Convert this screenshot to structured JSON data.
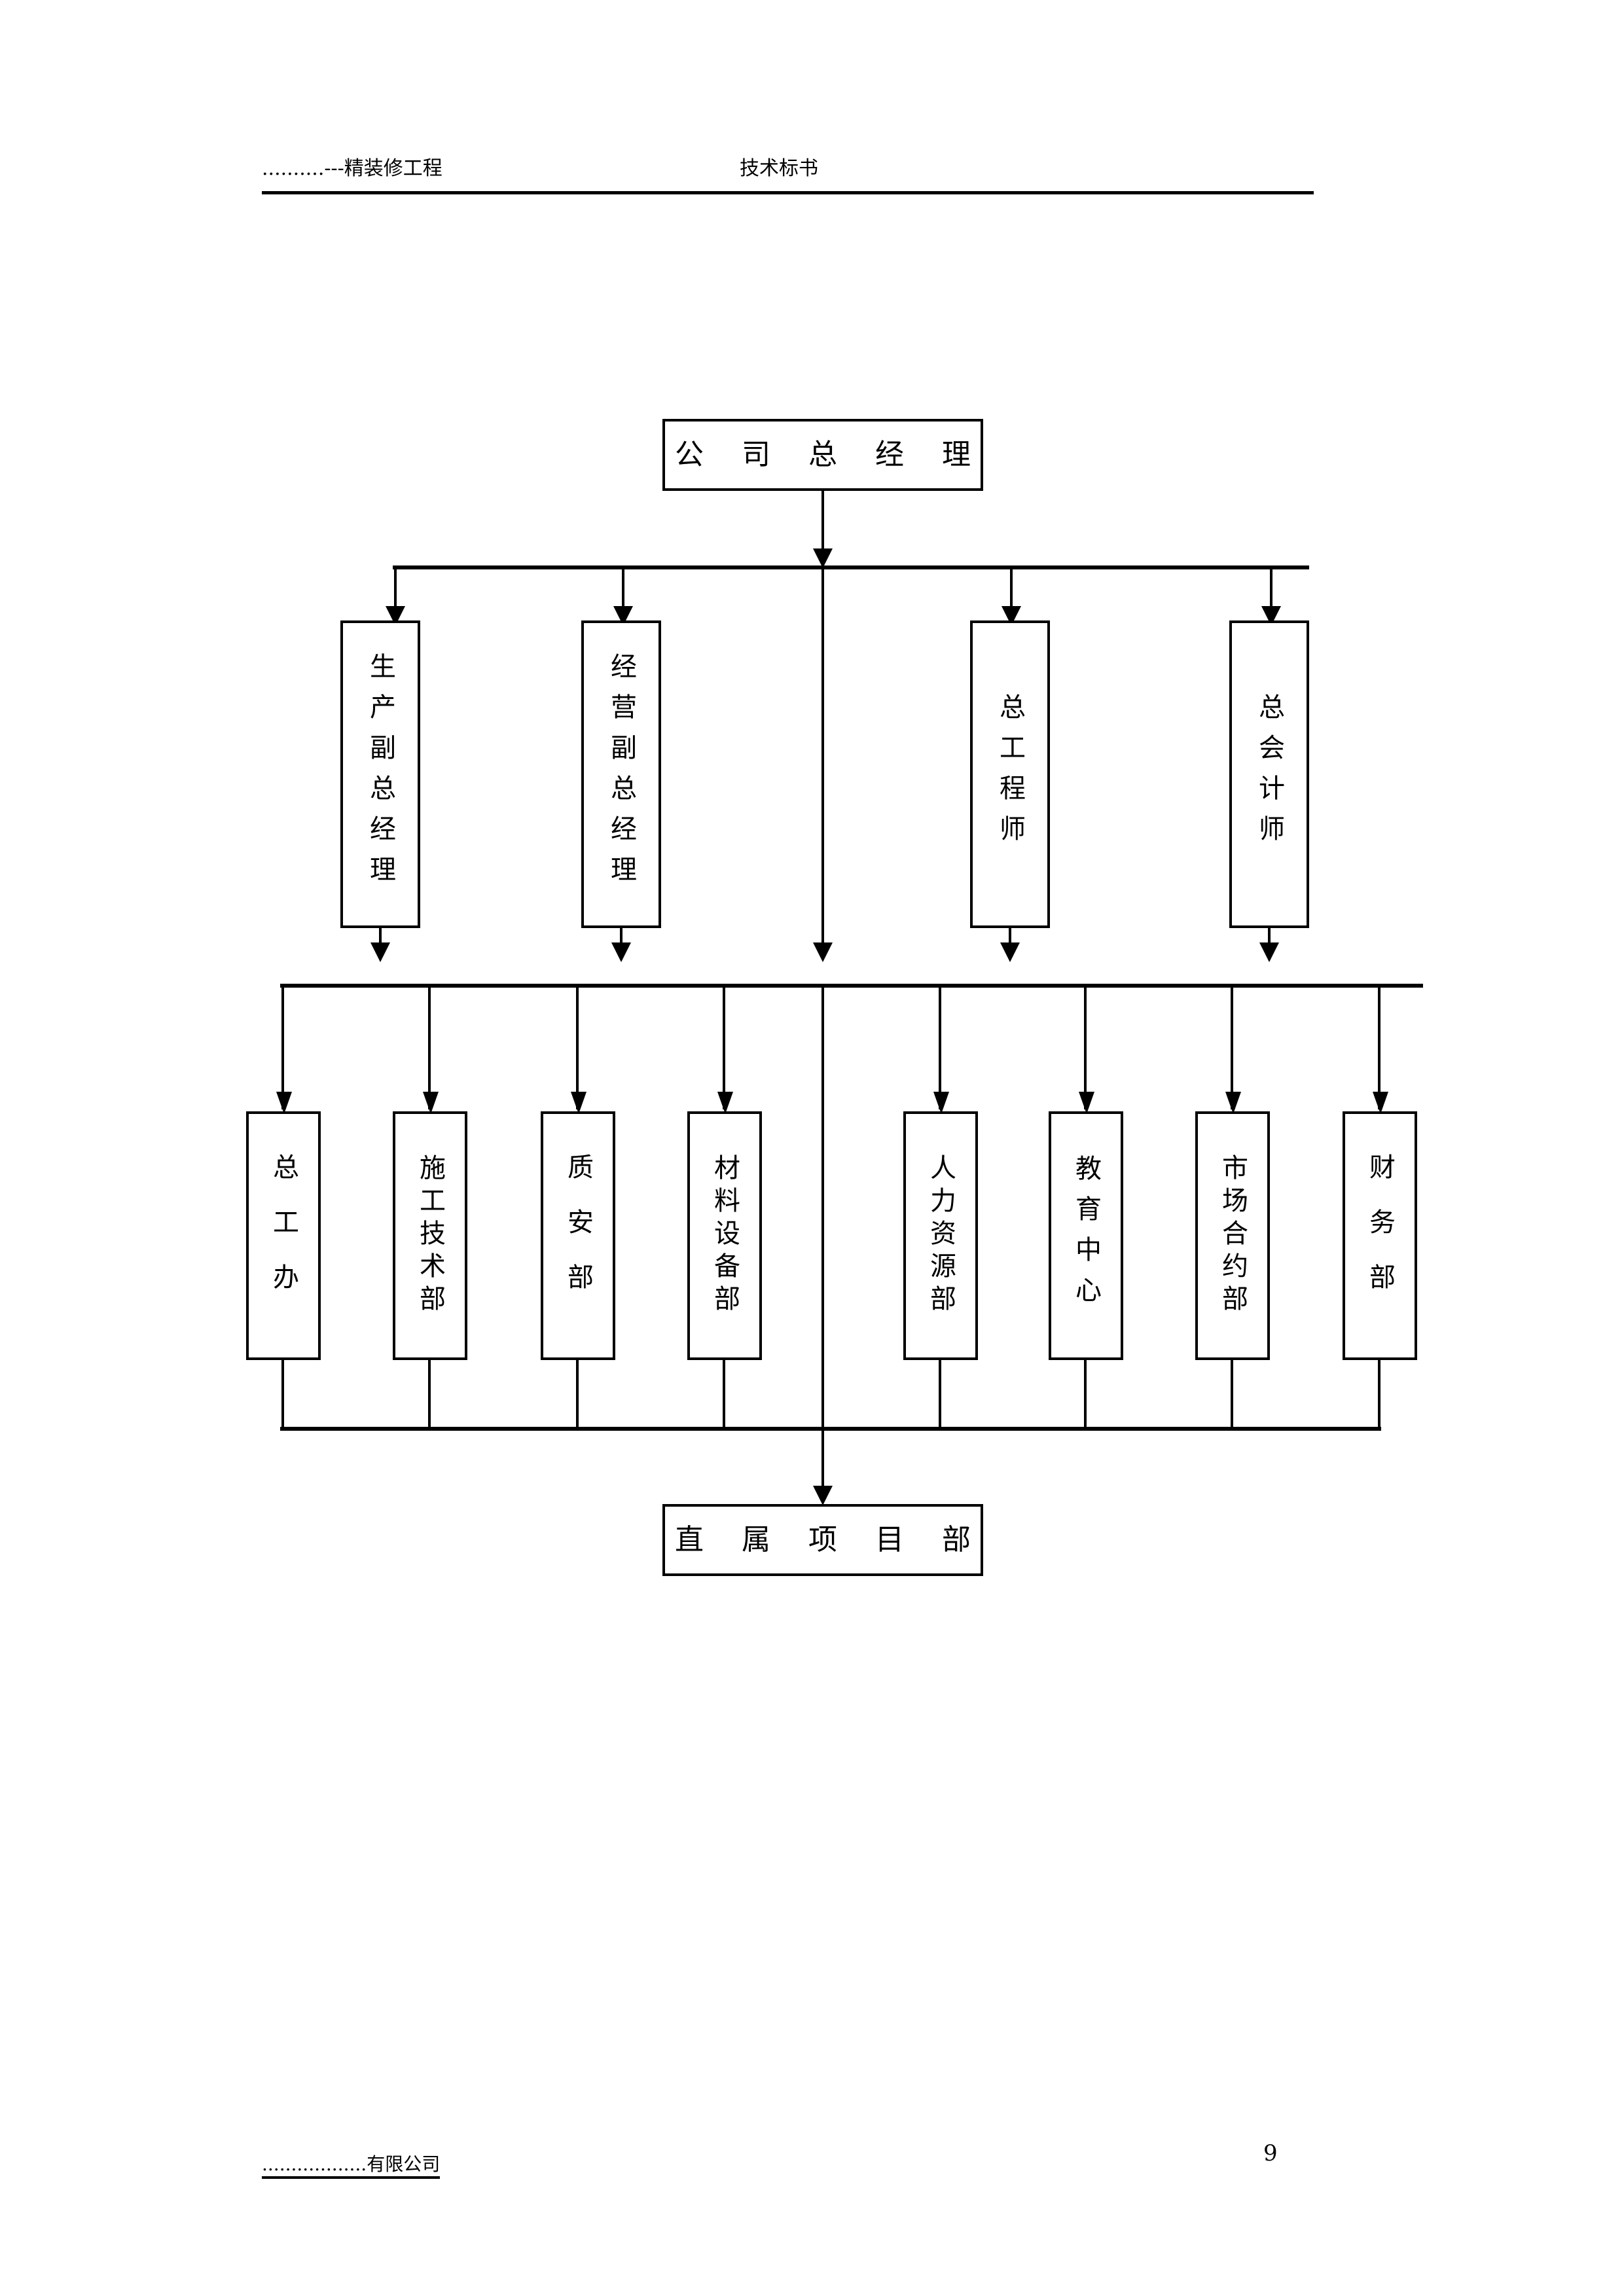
{
  "header": {
    "left_text": "..........---精装修工程",
    "right_text": "技术标书"
  },
  "footer": {
    "company": "..................有限公司",
    "page_number": "9"
  },
  "chart": {
    "title_box": {
      "label": "公 司 总 经 理"
    },
    "bottom_box": {
      "label": "直 属 项 目 部"
    },
    "level2": [
      {
        "label": "生产副总经理"
      },
      {
        "label": "经营副总经理"
      },
      {
        "label": "总工程师"
      },
      {
        "label": "总会计师"
      }
    ],
    "level3": [
      {
        "label": "总工办"
      },
      {
        "label": "施工技术部"
      },
      {
        "label": "质安部"
      },
      {
        "label": "材料设备部"
      },
      {
        "label": "人力资源部"
      },
      {
        "label": "教育中心"
      },
      {
        "label": "市场合约部"
      },
      {
        "label": "财务部"
      }
    ]
  }
}
